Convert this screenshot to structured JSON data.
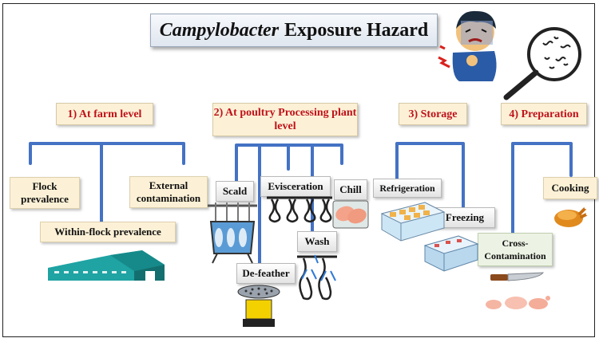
{
  "title": {
    "italic": "Campylobacter",
    "rest": "Exposure Hazard"
  },
  "stages": [
    {
      "label": "1) At farm level"
    },
    {
      "label": "2) At poultry Processing plant level"
    },
    {
      "label": "3) Storage"
    },
    {
      "label": "4) Preparation"
    }
  ],
  "farm": {
    "flock_prevalence": "Flock prevalence",
    "within_flock": "Within-flock prevalence",
    "external": "External contamination"
  },
  "processing": {
    "scald": "Scald",
    "defeather": "De-feather",
    "evisceration": "Evisceration",
    "wash": "Wash",
    "chill": "Chill"
  },
  "storage": {
    "refrigeration": "Refrigeration",
    "freezing": "Freezing"
  },
  "preparation": {
    "cooking": "Cooking",
    "cross": "Cross-Contamination"
  },
  "colors": {
    "connector": "#4472c4",
    "heading_text": "#c0111a",
    "heading_fill": "#fcf1d6",
    "farm_building": "#1fa3a3"
  },
  "icons": [
    "sick-person-icon",
    "magnifier-bacteria-icon",
    "poultry-house-icon",
    "scalder-icon",
    "defeather-machine-icon",
    "evisceration-shackles-icon",
    "wash-shackles-icon",
    "chilled-meat-icon",
    "refrigerator-icon",
    "freezer-icon",
    "roast-chicken-icon",
    "knife-icon",
    "raw-chicken-pieces-icon"
  ]
}
